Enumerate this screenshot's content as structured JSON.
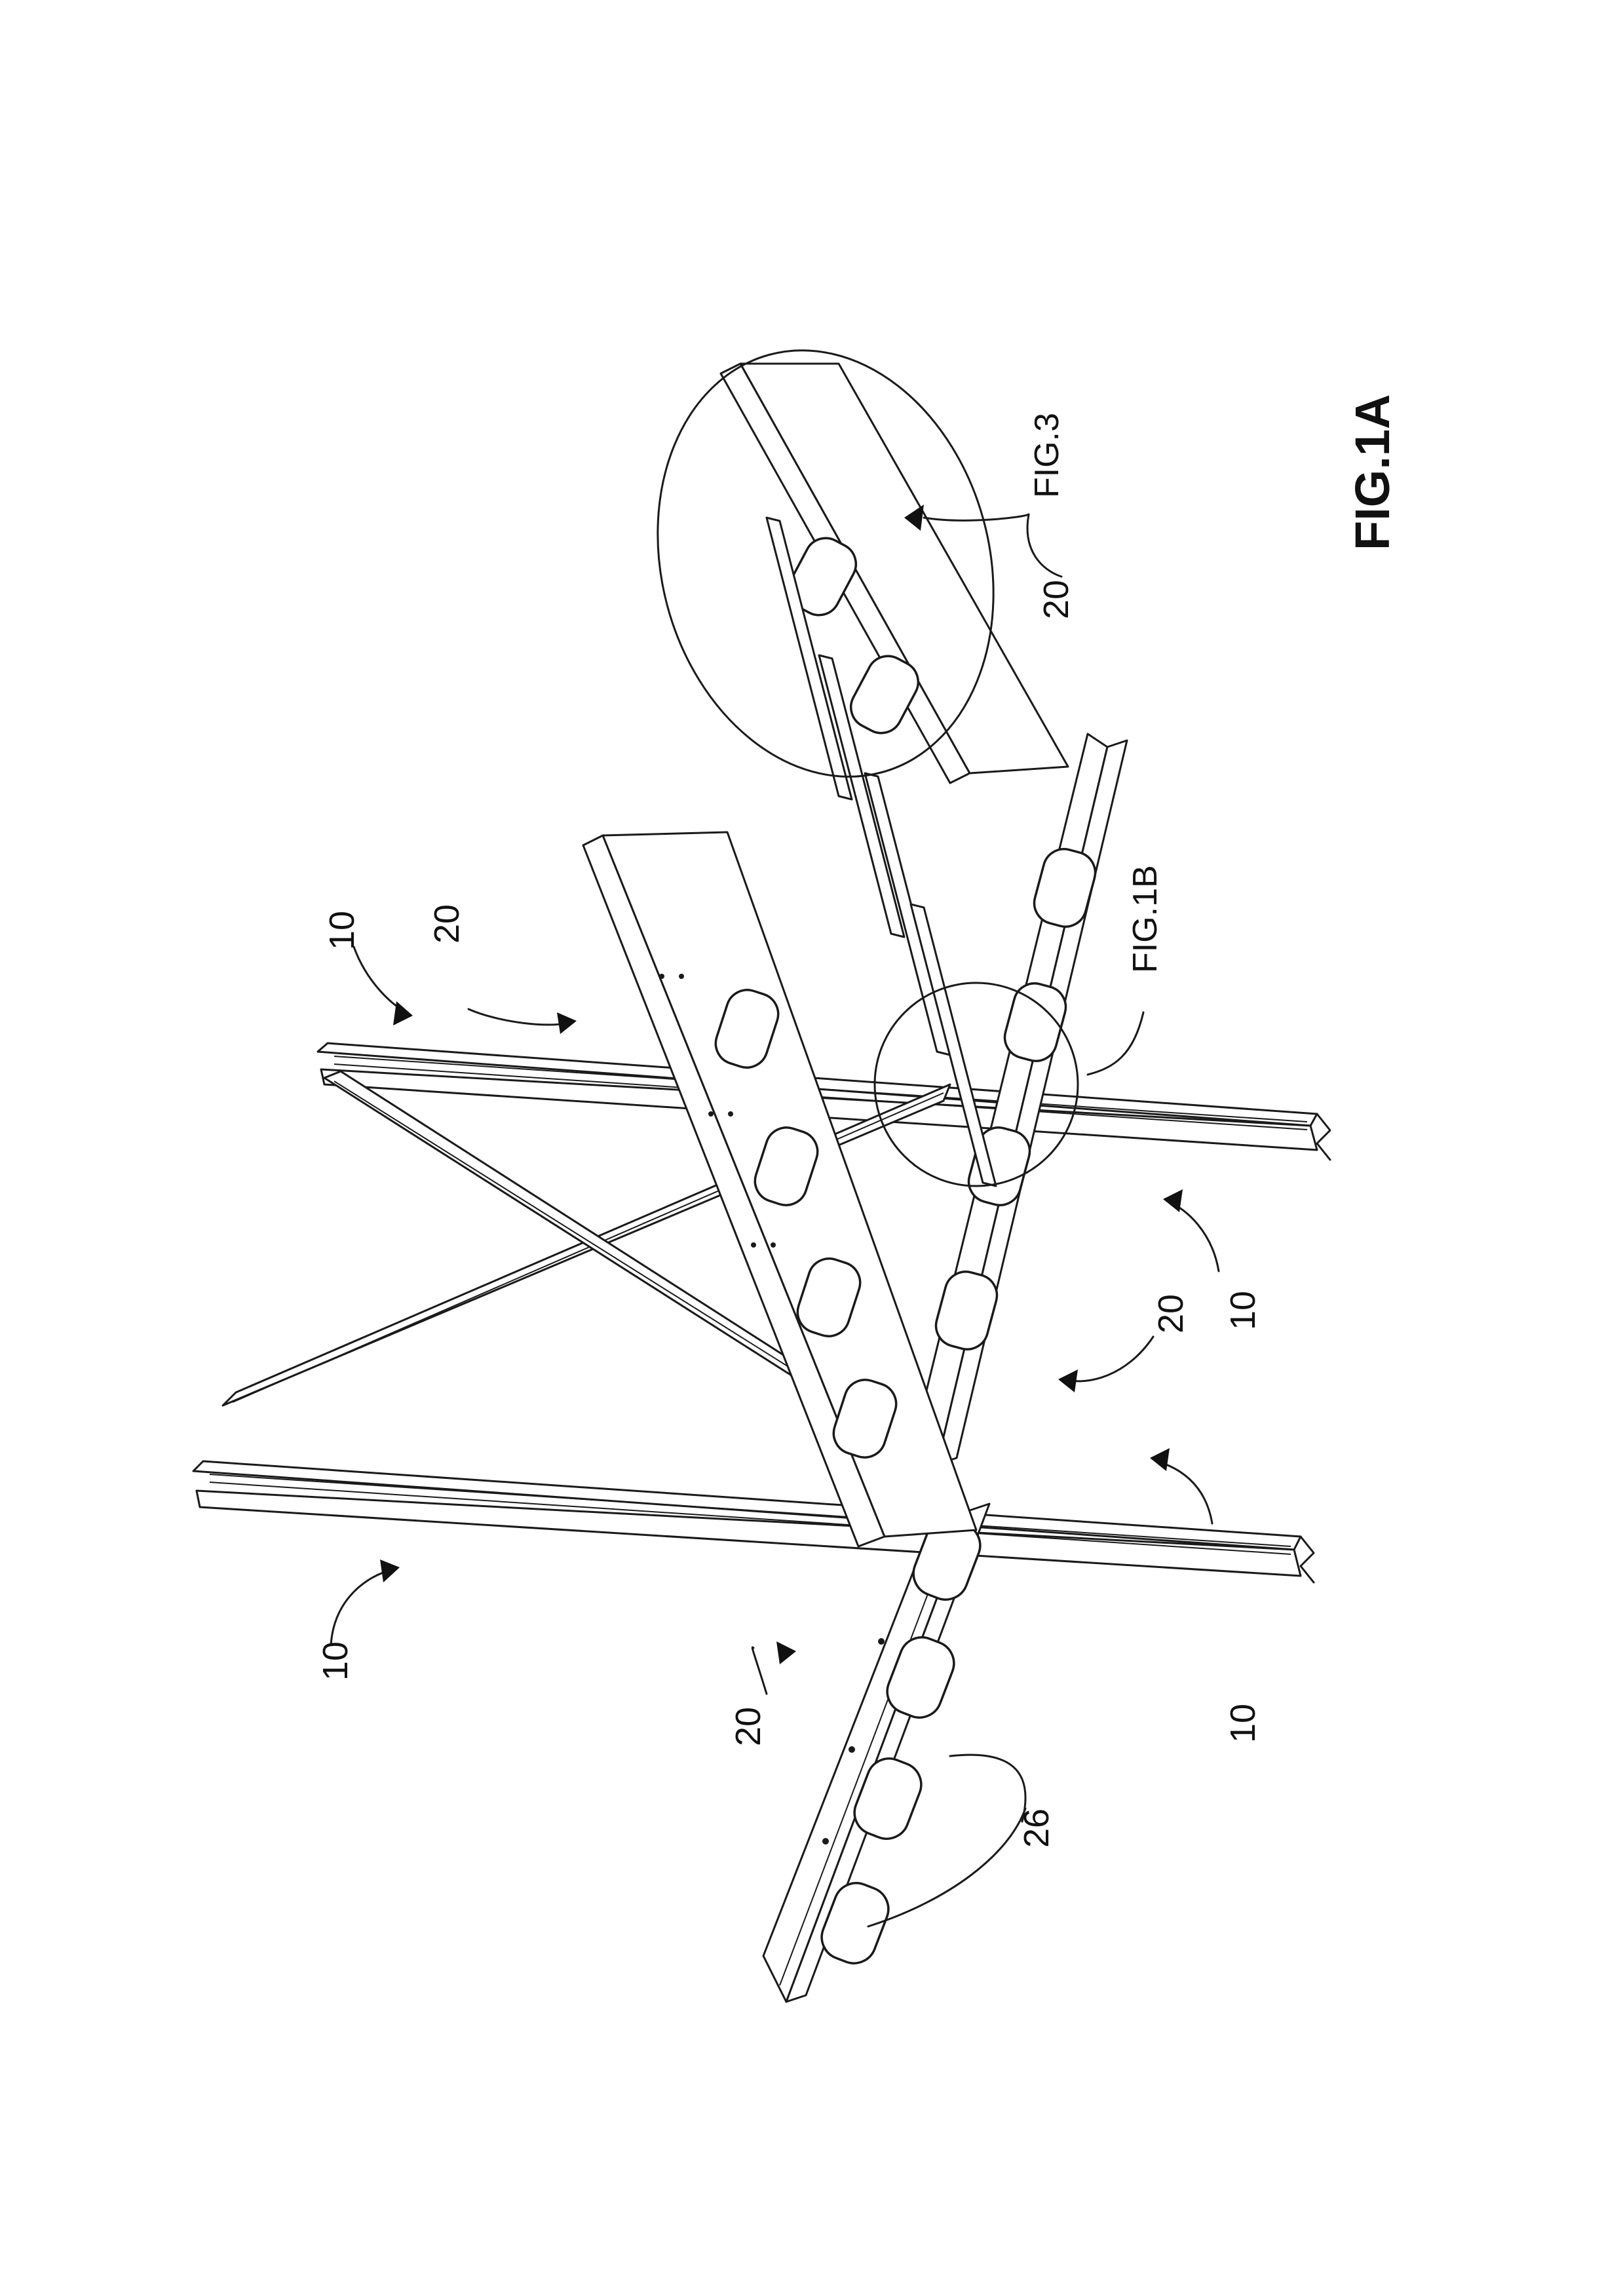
{
  "figure": {
    "title": "FIG.1A",
    "detail_callouts": {
      "fig3": "FIG.3",
      "fig1b": "FIG.1B"
    },
    "reference_numerals": {
      "upright_top_left": "10",
      "upright_top_right": "10",
      "upright_bottom_left": "10",
      "upright_bottom_right": "10",
      "beam_top": "20",
      "beam_fig3": "20",
      "beam_middle": "20",
      "beam_bottom": "20",
      "openings": "26"
    }
  }
}
